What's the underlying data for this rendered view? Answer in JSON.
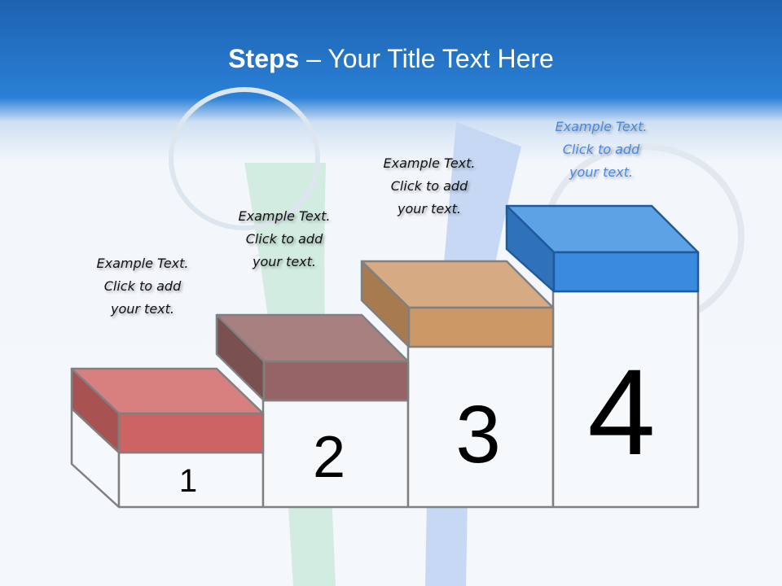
{
  "title": {
    "bold": "Steps",
    "rest": " – Your Title Text Here"
  },
  "steps": [
    {
      "number": "1",
      "text_line1": "Example Text.",
      "text_line2": "Click  to add",
      "text_line3": "your text.",
      "color": "#d88080"
    },
    {
      "number": "2",
      "text_line1": "Example Text.",
      "text_line2": "Click  to add",
      "text_line3": "your text.",
      "color": "#a98080"
    },
    {
      "number": "3",
      "text_line1": "Example Text.",
      "text_line2": "Click  to add",
      "text_line3": "your text.",
      "color": "#d6ab84"
    },
    {
      "number": "4",
      "text_line1": "Example Text.",
      "text_line2": "Click  to add",
      "text_line3": "your text.",
      "color": "#5ea2e6"
    }
  ]
}
